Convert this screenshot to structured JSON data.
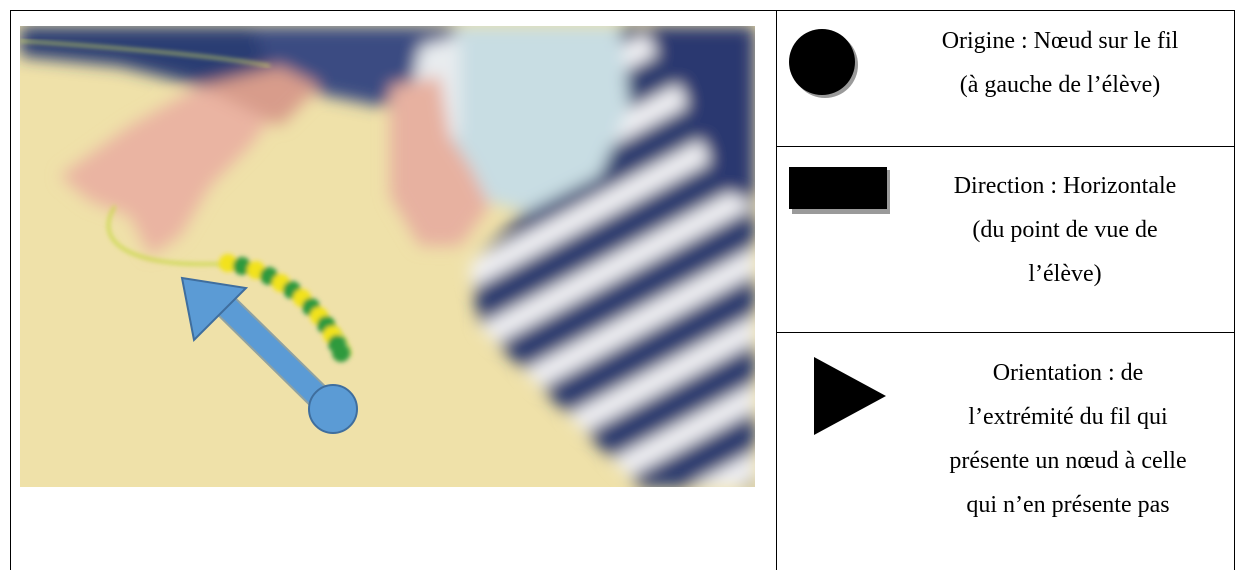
{
  "legend": {
    "origin": {
      "icon": "filled-circle-icon",
      "lines": [
        "Origine : Nœud sur le fil",
        "(à gauche de l’élève)"
      ]
    },
    "direction": {
      "icon": "filled-rectangle-icon",
      "lines": [
        "Direction : Horizontale",
        "(du point de vue de",
        "l’élève)"
      ]
    },
    "orientation": {
      "icon": "filled-triangle-icon",
      "lines": [
        "Orientation : de",
        "l’extrémité du fil qui",
        "présente un nœud à celle",
        "qui n’en présente pas"
      ]
    }
  },
  "photo": {
    "arrow_color": "#5b9bd5",
    "bead_colors": [
      "#f2e21c",
      "#2e9a3e"
    ]
  }
}
